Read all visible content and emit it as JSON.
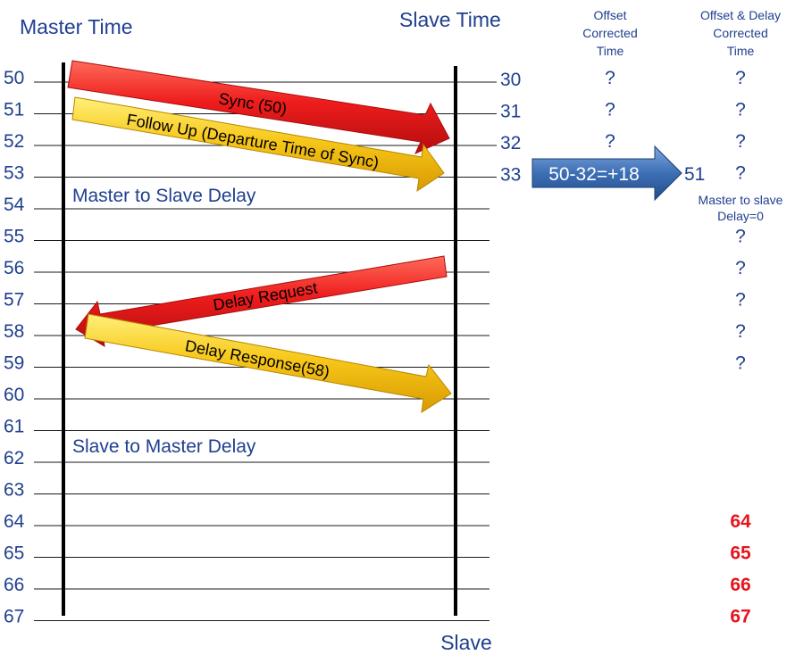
{
  "headers": {
    "master_time": "Master Time",
    "slave_time": "Slave Time",
    "offset_corrected": [
      "Offset",
      "Corrected",
      "Time"
    ],
    "offset_delay_corrected": [
      "Offset & Delay",
      "Corrected",
      "Time"
    ],
    "slave_footer": "Slave"
  },
  "master_ticks": [
    "50",
    "51",
    "52",
    "53",
    "54",
    "55",
    "56",
    "57",
    "58",
    "59",
    "60",
    "61",
    "62",
    "63",
    "64",
    "65",
    "66",
    "67"
  ],
  "slave_ticks": [
    "30",
    "31",
    "32",
    "33"
  ],
  "offset_corrected_values": [
    "?",
    "?",
    "?"
  ],
  "offset_delay_values": [
    {
      "text": "?",
      "emphasis": false
    },
    {
      "text": "?",
      "emphasis": false
    },
    {
      "text": "?",
      "emphasis": false
    },
    {
      "text": "?",
      "emphasis": false
    },
    {
      "text": "?",
      "emphasis": false
    },
    {
      "text": "?",
      "emphasis": false
    },
    {
      "text": "?",
      "emphasis": false
    },
    {
      "text": "?",
      "emphasis": false
    },
    {
      "text": "?",
      "emphasis": false
    },
    {
      "text": "64",
      "emphasis": true
    },
    {
      "text": "65",
      "emphasis": true
    },
    {
      "text": "66",
      "emphasis": true
    },
    {
      "text": "67",
      "emphasis": true
    }
  ],
  "offset_calc": {
    "expression": "50-32=+18",
    "result": "51"
  },
  "master_to_slave_note": [
    "Master to slave",
    "Delay=0"
  ],
  "messages": {
    "sync": "Sync (50)",
    "follow_up": "Follow Up (Departure Time of Sync)",
    "delay_request": "Delay Request",
    "delay_response": "Delay Response(58)"
  },
  "section_labels": {
    "master_to_slave_delay": "Master to Slave Delay",
    "slave_to_master_delay": "Slave to Master Delay"
  },
  "colors": {
    "text_blue": "#1f3f8f",
    "sync_arrow": "#ee1c1c",
    "follow_up_arrow": "#f5c518",
    "calc_arrow": "#3d6fb5",
    "emphasis_red": "#e8141c"
  }
}
